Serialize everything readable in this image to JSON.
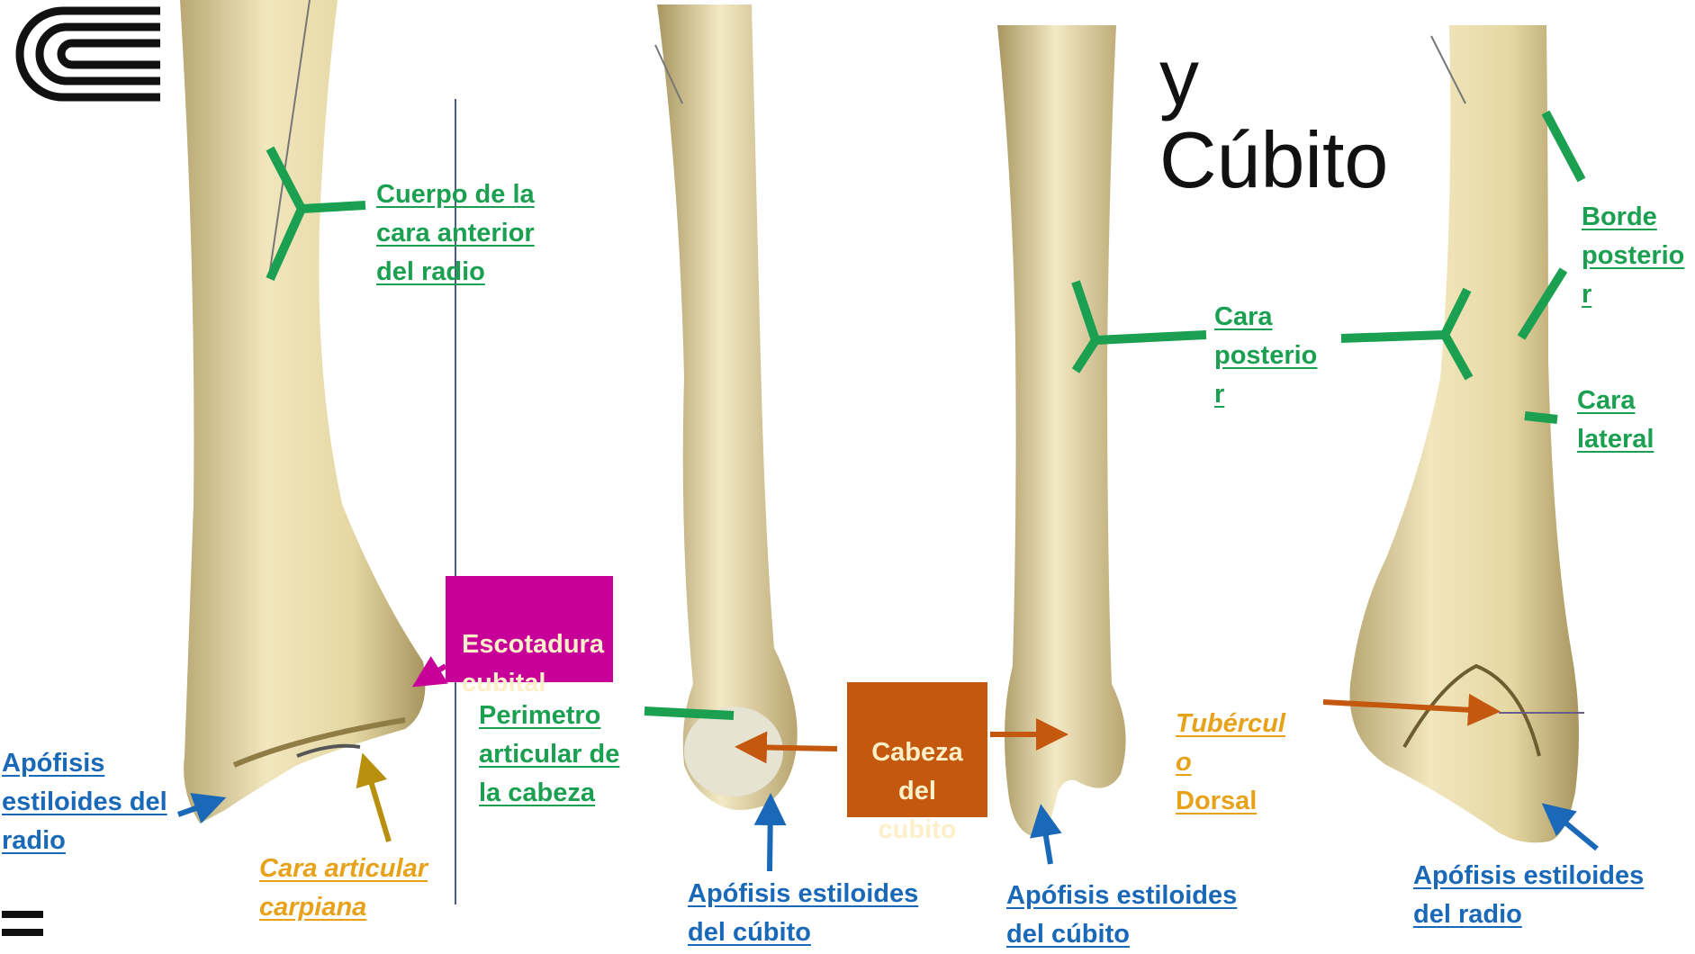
{
  "title": "y\nCúbito",
  "labels": {
    "cuerpo_cara_anterior": "Cuerpo de la\ncara anterior\ndel radio",
    "escotadura_cubital": "Escotadura\ncubital",
    "apofisis_radio_1": "Apófisis\nestiloides del\nradio",
    "cara_articular_carpiana": "Cara articular\ncarpiana",
    "perimetro_articular": "Perimetro\narticular de\nla cabeza",
    "cabeza_cubito": "Cabeza\ndel\ncubito",
    "apofisis_cubito_1": "Apófisis estiloides\ndel cúbito",
    "apofisis_cubito_2": "Apófisis estiloides\ndel cúbito",
    "cara_posterior": "Cara\nposterio\nr",
    "tuberculo_italic": "Tubércul\no",
    "tuberculo_rest": "Dorsal",
    "borde_posterior": "Borde\nposterio\nr",
    "cara_lateral": "Cara\nlateral",
    "apofisis_radio_2": "Apófisis estiloides\ndel radio"
  },
  "colors": {
    "green": "#1aa050",
    "blue": "#1a68b8",
    "orange_text": "#e8a21a",
    "orange_box": "#c4580e",
    "magenta_box": "#c8009a",
    "bone": "#e9dcaa"
  }
}
